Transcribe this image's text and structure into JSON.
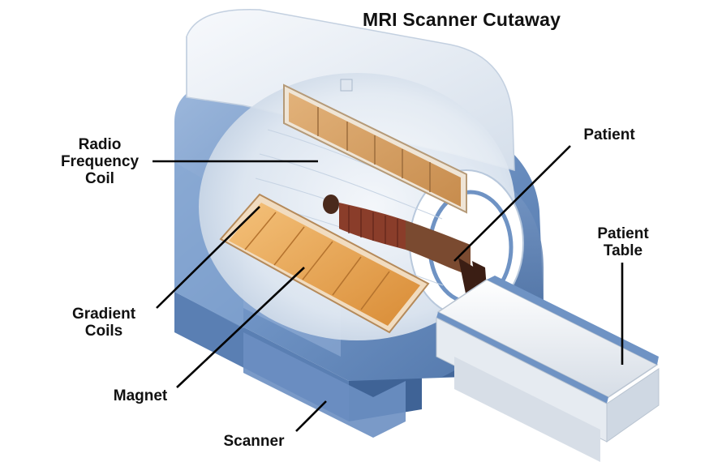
{
  "title": "MRI Scanner Cutaway",
  "labels": {
    "radio_frequency_coil": "Radio\nFrequency\nCoil",
    "gradient_coils": "Gradient\nCoils",
    "magnet": "Magnet",
    "scanner": "Scanner",
    "patient": "Patient",
    "patient_table": "Patient\nTable"
  },
  "colors": {
    "magnet_blue": "#6f93c4",
    "housing_white": "#eef3f8",
    "coil_orange": "#e9a94f",
    "table_blue": "#7d9ccb",
    "patient_shirt": "#8a3d2a",
    "leader_line": "#000000"
  }
}
